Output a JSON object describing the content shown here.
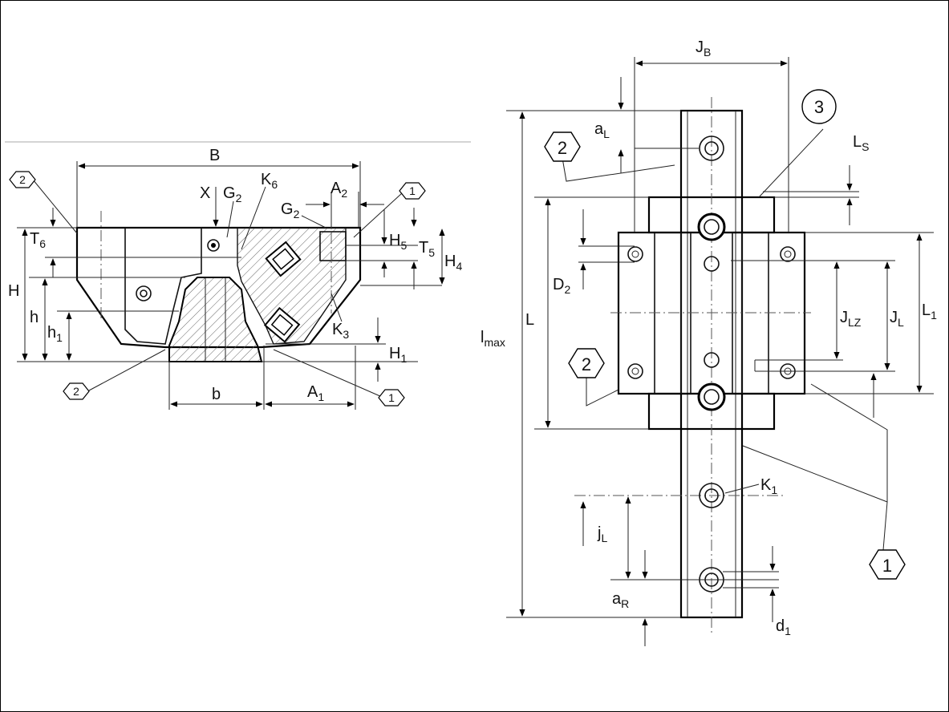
{
  "labels": {
    "B": "B",
    "X": "X",
    "G2": "G",
    "G2_sub": "2",
    "K6": "K",
    "K6_sub": "6",
    "A2": "A",
    "A2_sub": "2",
    "G2b": "G",
    "G2b_sub": "2",
    "T6": "T",
    "T6_sub": "6",
    "H": "H",
    "h": "h",
    "h1": "h",
    "h1_sub": "1",
    "H5": "H",
    "H5_sub": "5",
    "T5": "T",
    "T5_sub": "5",
    "H4": "H",
    "H4_sub": "4",
    "K3": "K",
    "K3_sub": "3",
    "H1": "H",
    "H1_sub": "1",
    "b": "b",
    "A1": "A",
    "A1_sub": "1",
    "JB": "J",
    "JB_sub": "B",
    "aL": "a",
    "aL_sub": "L",
    "LS": "L",
    "LS_sub": "S",
    "L": "L",
    "D2": "D",
    "D2_sub": "2",
    "JLZ": "J",
    "JLZ_sub": "LZ",
    "JL": "J",
    "JL_sub": "L",
    "L1": "L",
    "L1_sub": "1",
    "lmax": "l",
    "lmax_sub": "max",
    "K1": "K",
    "K1_sub": "1",
    "jL": "j",
    "jL_sub": "L",
    "aR": "a",
    "aR_sub": "R",
    "d1": "d",
    "d1_sub": "1"
  },
  "callouts": {
    "c1": "1",
    "c2": "2",
    "c3": "3"
  },
  "colors": {
    "line": "#111111",
    "background": "#ffffff",
    "hatch": "#555555"
  }
}
